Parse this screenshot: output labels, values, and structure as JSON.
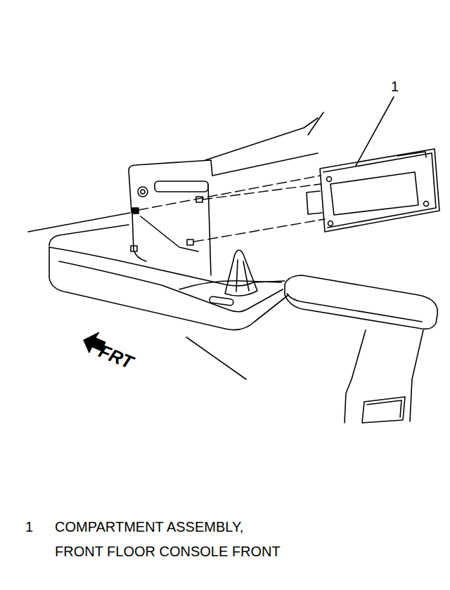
{
  "diagram": {
    "labels": [
      "1",
      "FRT",
      "1",
      "COMPARTMENT ASSEMBLY, FRONT FLOOR CONSOLE FRONT"
    ]
  }
}
